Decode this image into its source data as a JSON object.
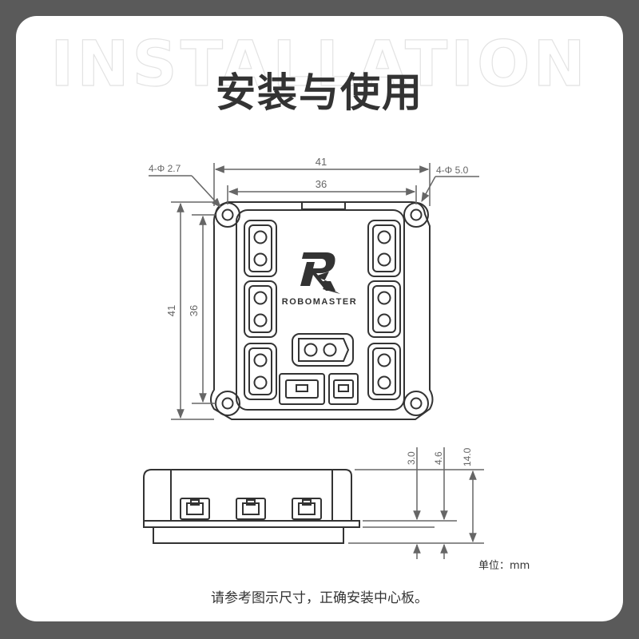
{
  "watermark": "INSTALLATION",
  "title": "安装与使用",
  "top_view": {
    "dim_hole_small": "4-Φ 2.7",
    "dim_hole_large": "4-Φ 5.0",
    "dim_outer_width": "41",
    "dim_inner_width": "36",
    "dim_outer_height": "41",
    "dim_inner_height": "36",
    "logo_text": "ROBOMASTER"
  },
  "side_view": {
    "dim_a": "3.0",
    "dim_b": "4.6",
    "dim_c": "14.0",
    "unit_label": "单位：mm"
  },
  "caption": "请参考图示尺寸，正确安装中心板。",
  "colors": {
    "background": "#5a5a5a",
    "card": "#ffffff",
    "line": "#333333",
    "dimension": "#666666",
    "title": "#333333"
  }
}
